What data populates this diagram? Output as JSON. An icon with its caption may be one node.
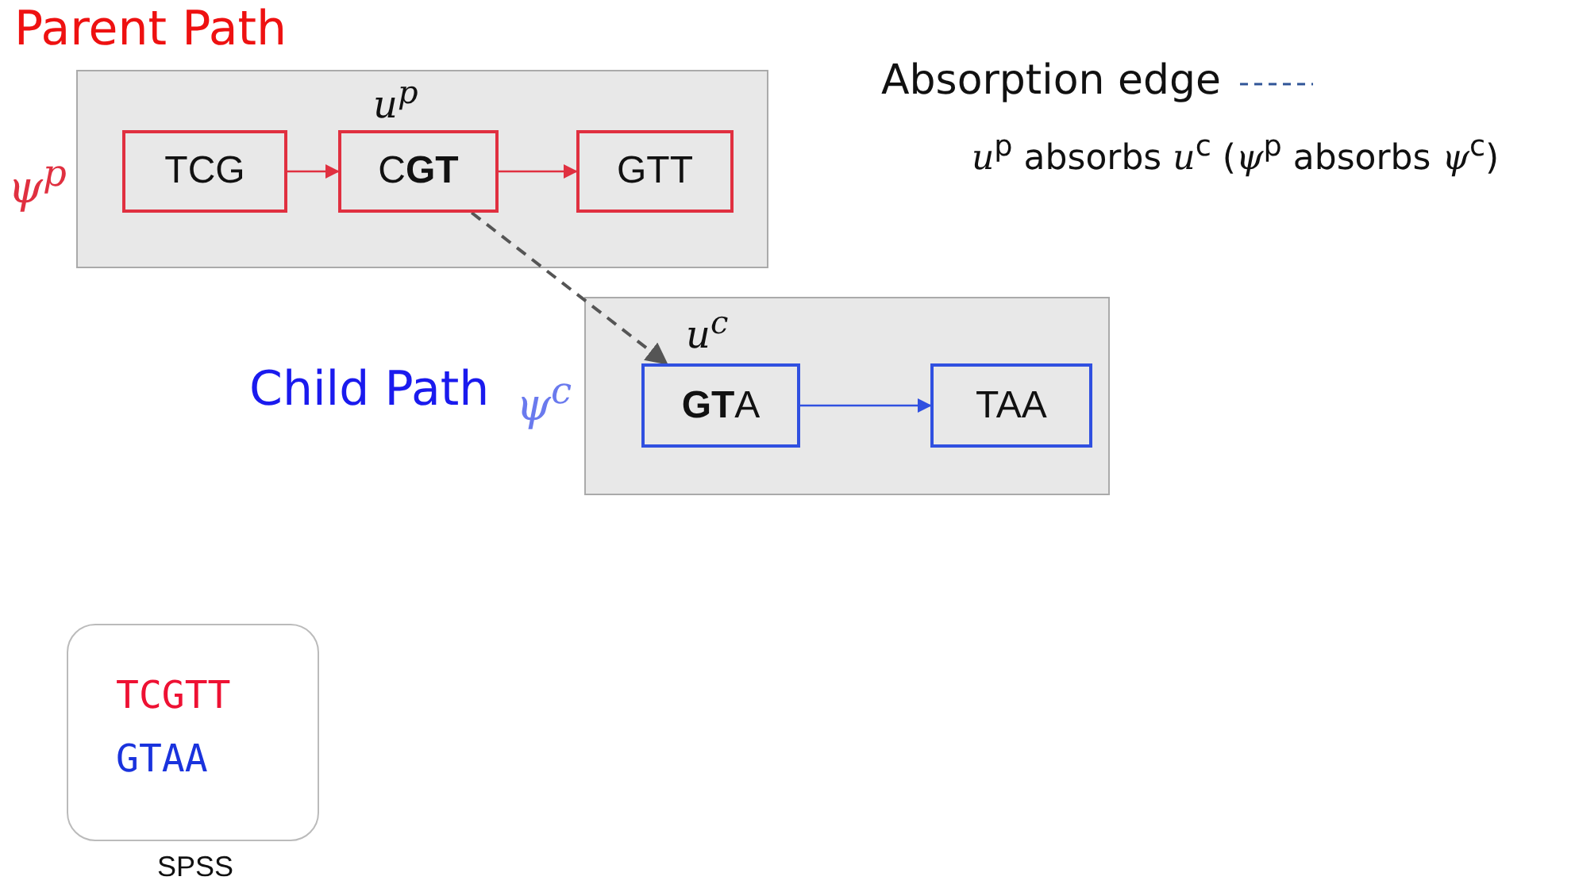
{
  "diagram": {
    "nodes": [
      {
        "text": [
          "Parent Path"
        ],
        "beside": [
          "ψ$^{p}$"
        ]
      },
      {
        "text": [
          "TCG"
        ],
        "in": 0
      },
      {
        "text": [
          "C**GT**"
        ],
        "in": 0,
        "beside": [
          "u$^{p}$"
        ]
      },
      {
        "text": [
          "GTT"
        ],
        "in": 0
      },
      {
        "text": [
          "Child Path"
        ],
        "beside": [
          "ψ$^{c}$"
        ]
      },
      {
        "text": [
          "**GT**A"
        ],
        "in": 4,
        "beside": [
          "u$^{c}$"
        ]
      },
      {
        "text": [
          "TAA"
        ],
        "in": 4
      },
      {
        "text": [
          "TCGTT",
          "GTAA"
        ],
        "beside": [
          "SPSS"
        ]
      }
    ],
    "edges": [
      {
        "from": 1,
        "to": 2,
        "arrow": "to",
        "color": "#e03040"
      },
      {
        "from": 2,
        "to": 3,
        "arrow": "to",
        "color": "#e03040"
      },
      {
        "from": 2,
        "to": 5,
        "arrow": "to",
        "style": "dashed",
        "color": "#555555"
      },
      {
        "from": 5,
        "to": 6,
        "arrow": "to",
        "color": "#3050e0"
      }
    ],
    "labels": [
      "*u*$^{p}$ absorbs *u*$^{c}$ (*ψ*$^{p}$ absorbs *ψ*$^{c}$)"
    ],
    "legend": [
      {
        "text": "Absorption edge"
      }
    ]
  }
}
